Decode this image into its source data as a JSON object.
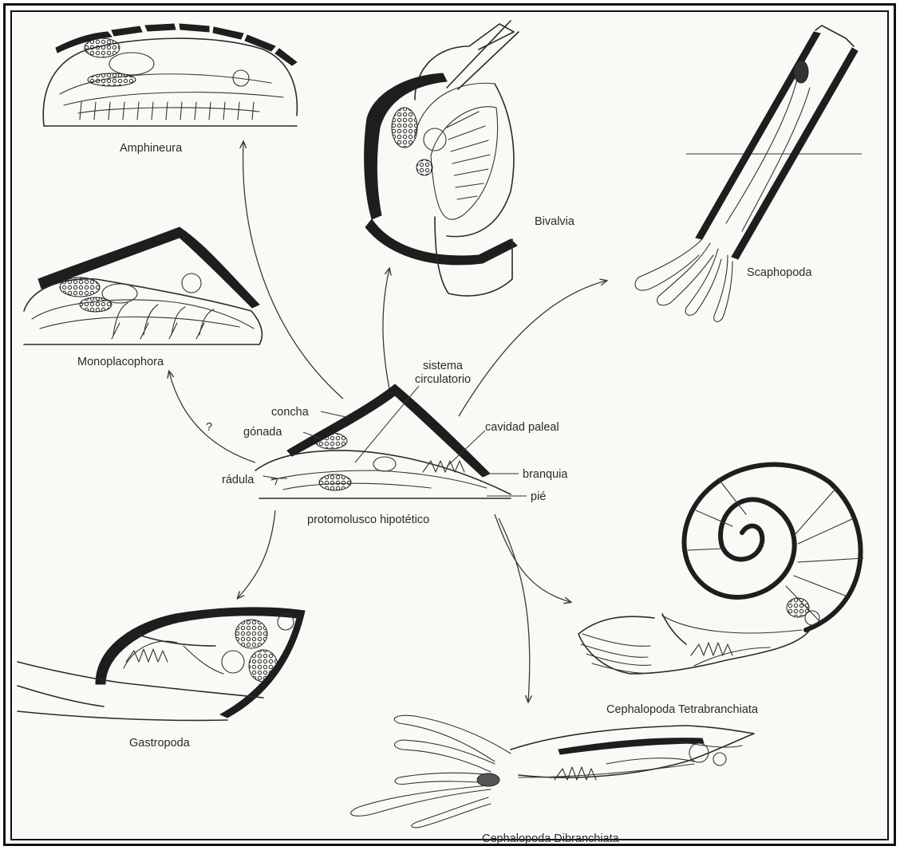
{
  "labels": {
    "amphineura": "Amphineura",
    "bivalvia": "Bivalvia",
    "scaphopoda": "Scaphopoda",
    "monoplacophora": "Monoplacophora",
    "gastropoda": "Gastropoda",
    "cephalopoda_tetrabranchiata": "Cephalopoda Tetrabranchiata",
    "cephalopoda_dibranchiata": "Cephalopoda Dibranchiata",
    "protomolusco": "protomolusco hipotético",
    "sistema_1": "sistema",
    "sistema_2": "circulatorio",
    "concha": "concha",
    "gonada": "gónada",
    "cavidad_paleal": "cavidad paleal",
    "radula": "rádula",
    "branquia": "branquia",
    "pie": "pié",
    "question": "?"
  },
  "colors": {
    "ink": "#2b2b2b",
    "shell": "#1e1e1e",
    "paper": "#fbf9f6",
    "frame": "#111111"
  }
}
